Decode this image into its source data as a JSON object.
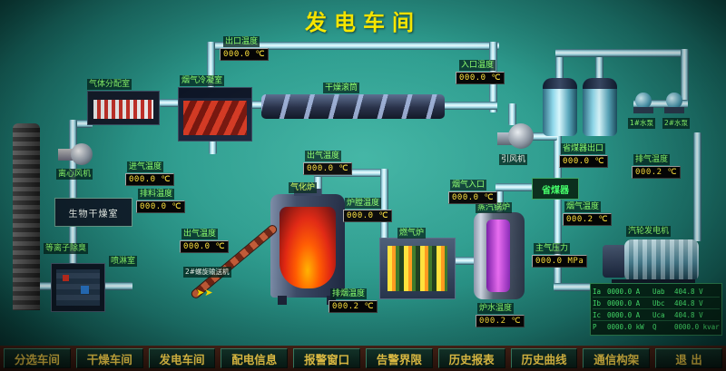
{
  "title": "发电车间",
  "equipment": {
    "gas_distribution": "气体分配室",
    "flue_condenser": "烟气冷凝室",
    "drying_drum": "干燥滚筒",
    "centrifugal_fan": "离心风机",
    "bio_drying_room": "生物干燥室",
    "plasma_deodorizer": "等离子除臭",
    "spray_room": "喷淋室",
    "gasifier": "气化炉",
    "screw_conveyor": "2#螺旋输送机",
    "gas_furnace": "燃气炉",
    "steam_boiler": "蒸汽锅炉",
    "economizer": "省煤器",
    "induced_draft_fan": "引风机",
    "turbine_generator": "汽轮发电机",
    "pump1": "1#水泵",
    "pump2": "2#水泵"
  },
  "displays": {
    "outlet_temp": {
      "label": "出口温度",
      "value": "000.0 ℃"
    },
    "inlet_temp": {
      "label": "入口温度",
      "value": "000.0 ℃"
    },
    "intake_temp": {
      "label": "进气温度",
      "value": "000.0 ℃"
    },
    "discharge_temp": {
      "label": "排料温度",
      "value": "000.0 ℃"
    },
    "outgas_left": {
      "label": "出气温度",
      "value": "000.0 ℃"
    },
    "outgas_center": {
      "label": "出气温度",
      "value": "000.0 ℃"
    },
    "furnace_chamber": {
      "label": "炉膛温度",
      "value": "000.0 ℃"
    },
    "fluegas_inlet": {
      "label": "烟气入口",
      "value": "000.0 ℃"
    },
    "economizer_outlet": {
      "label": "省煤器出口",
      "value": "000.0 ℃"
    },
    "fluegas_temp": {
      "label": "烟气温度",
      "value": "000.2 ℃"
    },
    "exhaust_temp": {
      "label": "排气温度",
      "value": "000.2 ℃"
    },
    "main_steam_pressure": {
      "label": "主气压力",
      "value": "000.0 MPa"
    },
    "smoke_exhaust": {
      "label": "排烟温度",
      "value": "000.2 ℃"
    },
    "boiler_water": {
      "label": "炉水温度",
      "value": "000.2 ℃"
    }
  },
  "generator_panel": {
    "rows": [
      [
        "Ia",
        "0000.0 A",
        "Uab",
        "404.8 V"
      ],
      [
        "Ib",
        "0000.0 A",
        "Ubc",
        "404.8 V"
      ],
      [
        "Ic",
        "0000.0 A",
        "Uca",
        "404.8 V"
      ],
      [
        "P",
        "0000.0 kW",
        "Q",
        "0000.0 kvar"
      ]
    ]
  },
  "misc": {
    "flow_arrows": "➤➤"
  },
  "nav": {
    "buttons": [
      "分选车间",
      "干燥车间",
      "发电车间",
      "配电信息",
      "报警窗口",
      "告警界限",
      "历史报表",
      "历史曲线",
      "通信构架",
      "退 出"
    ]
  }
}
